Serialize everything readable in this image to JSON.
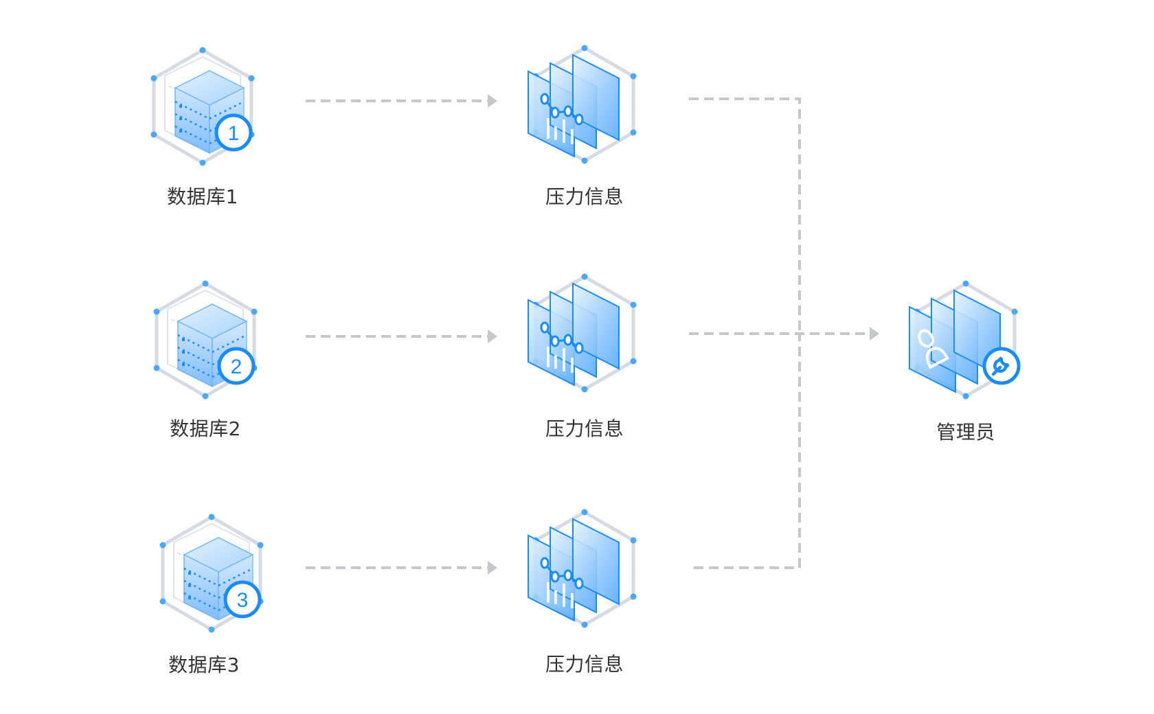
{
  "diagram": {
    "colors": {
      "accent": "#1a8cff",
      "accent_light": "#bfe0ff",
      "hex_outline": "#d5dae3",
      "vertex_dot": "#4aa8ff",
      "connector": "#c4c7cc",
      "label_text": "#333333"
    },
    "sources": [
      {
        "label": "数据库1",
        "badge": "1",
        "icon": "database-cube-icon"
      },
      {
        "label": "数据库2",
        "badge": "2",
        "icon": "database-cube-icon"
      },
      {
        "label": "数据库3",
        "badge": "3",
        "icon": "database-cube-icon"
      }
    ],
    "middle": [
      {
        "label": "压力信息",
        "icon": "stacked-chart-panels-icon"
      },
      {
        "label": "压力信息",
        "icon": "stacked-chart-panels-icon"
      },
      {
        "label": "压力信息",
        "icon": "stacked-chart-panels-icon"
      }
    ],
    "target": {
      "label": "管理员",
      "icon": "admin-user-panels-icon",
      "badge_icon": "wrench-icon"
    },
    "edges": [
      {
        "from": "数据库1",
        "to": "压力信息",
        "style": "dashed-arrow"
      },
      {
        "from": "数据库2",
        "to": "压力信息",
        "style": "dashed-arrow"
      },
      {
        "from": "数据库3",
        "to": "压力信息",
        "style": "dashed-arrow"
      },
      {
        "from": "压力信息 ×3",
        "to": "管理员",
        "style": "dashed-merge-arrow"
      }
    ]
  }
}
